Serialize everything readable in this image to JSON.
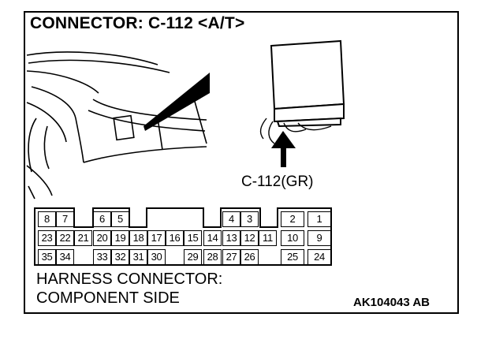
{
  "title": "CONNECTOR: C-112 <A/T>",
  "connector_callout": "C-112(GR)",
  "caption_line1": "HARNESS CONNECTOR:",
  "caption_line2": "COMPONENT SIDE",
  "figure_id": "AK104043 AB",
  "pins": {
    "row1": [
      "8",
      "7",
      "6",
      "5",
      "4",
      "3",
      "2",
      "1"
    ],
    "row2": [
      "23",
      "22",
      "21",
      "20",
      "19",
      "18",
      "17",
      "16",
      "15",
      "14",
      "13",
      "12",
      "11",
      "10",
      "9"
    ],
    "row3": [
      "35",
      "34",
      "33",
      "32",
      "31",
      "30",
      "29",
      "28",
      "27",
      "26",
      "25",
      "24"
    ]
  }
}
